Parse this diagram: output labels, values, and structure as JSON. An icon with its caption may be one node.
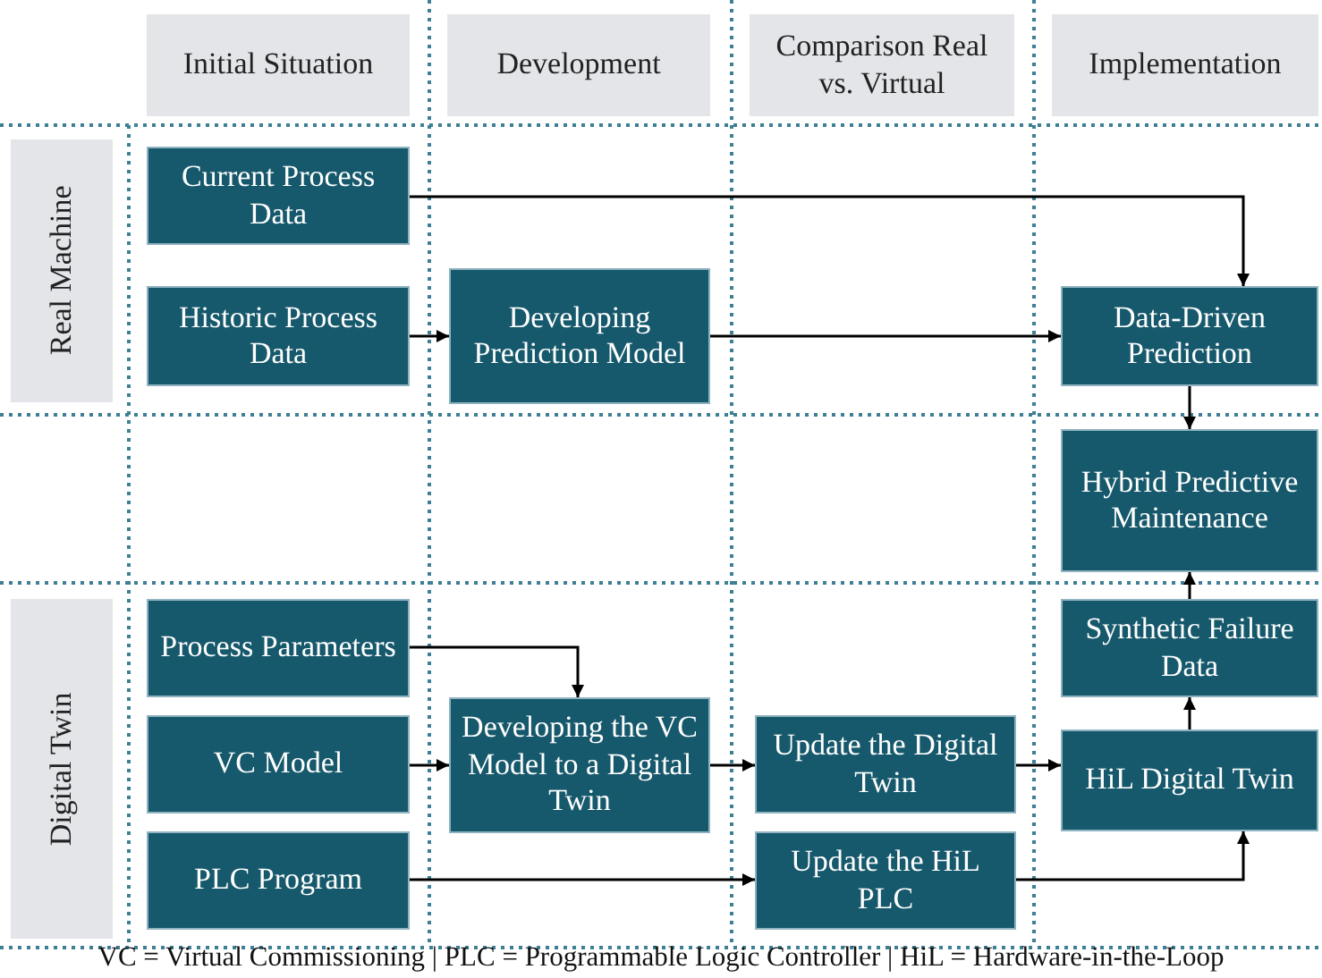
{
  "diagram": {
    "nodes": [
      {
        "text": [
          "Initial Situation"
        ]
      },
      {
        "text": [
          "Development"
        ]
      },
      {
        "text": [
          "Comparison Real vs. Virtual"
        ]
      },
      {
        "text": [
          "Implementation"
        ]
      },
      {
        "text": [
          "Real Machine"
        ]
      },
      {
        "text": [
          "Current Process Data"
        ]
      },
      {
        "text": [
          "Historic Process Data"
        ]
      },
      {
        "text": [
          "Developing Prediction Model"
        ]
      },
      {
        "text": [
          "Data-Driven Prediction"
        ]
      },
      {
        "text": [
          "Hybrid Predictive Maintenance"
        ]
      },
      {
        "text": [
          "Digital Twin"
        ]
      },
      {
        "text": [
          "Process Parameters"
        ]
      },
      {
        "text": [
          "VC Model"
        ]
      },
      {
        "text": [
          "PLC Program"
        ]
      },
      {
        "text": [
          "Developing the VC Model to a Digital Twin"
        ]
      },
      {
        "text": [
          "Update the Digital Twin"
        ]
      },
      {
        "text": [
          "Update the HiL PLC"
        ]
      },
      {
        "text": [
          "Synthetic Failure Data"
        ]
      },
      {
        "text": [
          "HiL Digital Twin"
        ]
      }
    ],
    "edges": [
      {
        "from": 5,
        "to": 8,
        "arrow": "to"
      },
      {
        "from": 6,
        "to": 7,
        "arrow": "to"
      },
      {
        "from": 7,
        "to": 8,
        "arrow": "to"
      },
      {
        "from": 8,
        "to": 9,
        "arrow": "to"
      },
      {
        "from": 17,
        "to": 9,
        "arrow": "to"
      },
      {
        "from": 18,
        "to": 17,
        "arrow": "to"
      },
      {
        "from": 11,
        "to": 14,
        "arrow": "to"
      },
      {
        "from": 12,
        "to": 14,
        "arrow": "to"
      },
      {
        "from": 14,
        "to": 15,
        "arrow": "to"
      },
      {
        "from": 15,
        "to": 18,
        "arrow": "to"
      },
      {
        "from": 13,
        "to": 16,
        "arrow": "to"
      },
      {
        "from": 16,
        "to": 18,
        "arrow": "to"
      }
    ],
    "labels": [
      "VC = Virtual Commissioning | PLC = Programmable Logic Controller | HiL = Hardware-in-the-Loop"
    ]
  }
}
